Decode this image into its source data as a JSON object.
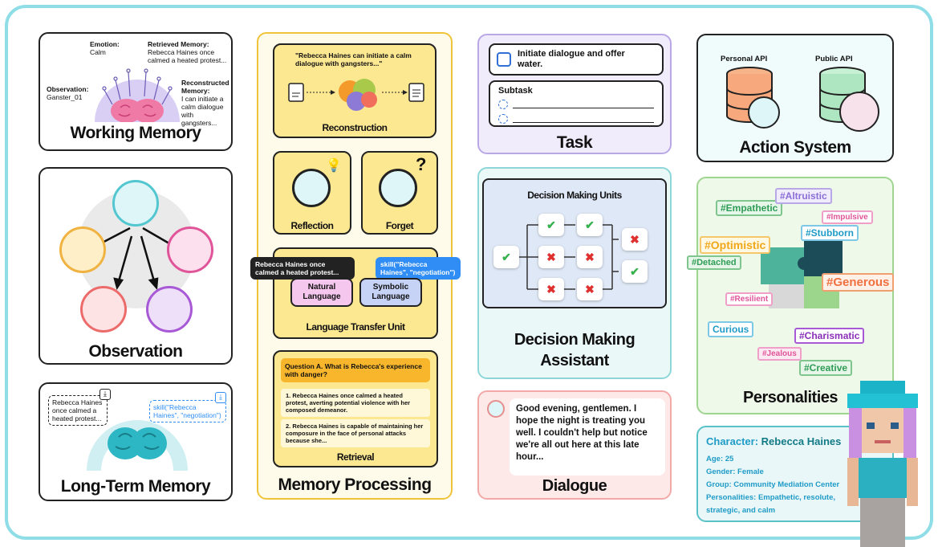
{
  "working_memory": {
    "title": "Working Memory",
    "emotion_label": "Emotion:",
    "emotion_value": "Calm",
    "retrieved_label": "Retrieved Memory:",
    "retrieved_value": "Rebecca Haines once calmed a heated protest...",
    "observation_label": "Observation:",
    "observation_value": "Ganster_01",
    "reconstructed_label": "Reconstructed Memory:",
    "reconstructed_value": "I can initiate a calm dialogue with gangsters..."
  },
  "observation": {
    "title": "Observation"
  },
  "long_term_memory": {
    "title": "Long-Term Memory",
    "bubble_left": "Rebecca Haines once calmed a heated protest...",
    "bubble_right": "skill(\"Rebecca Haines\", \"negotiation\")"
  },
  "memory_processing": {
    "title": "Memory Processing",
    "reconstruction_quote": "\"Rebecca Haines can initiate a calm dialogue with gangsters...\"",
    "reconstruction_label": "Reconstruction",
    "reflection_label": "Reflection",
    "forget_label": "Forget",
    "ltu_bubble_left": "Rebecca Haines once calmed a heated protest...",
    "ltu_bubble_right": "skill(\"Rebecca Haines\", \"negotiation\")",
    "natural_language": "Natural Language",
    "symbolic_language": "Symbolic Language",
    "ltu_label": "Language Transfer Unit",
    "question": "Question A. What is Rebecca's experience with danger?",
    "answer1": "1. Rebecca Haines once calmed a heated protest, averting potential violence with her composed demeanor.",
    "answer2": "2. Rebecca Haines is capable of maintaining her composure in the face of personal attacks because she...",
    "retrieval_label": "Retrieval"
  },
  "task": {
    "title": "Task",
    "main_task": "Initiate dialogue and offer water.",
    "subtask_label": "Subtask"
  },
  "decision": {
    "title_line1": "Decision Making",
    "title_line2": "Assistant",
    "units_label": "Decision Making Units"
  },
  "dialogue": {
    "title": "Dialogue",
    "text": "Good evening, gentlemen. I hope the night is treating you well. I couldn't help but notice we're all out here at this late hour..."
  },
  "action_system": {
    "title": "Action System",
    "personal_api": "Personal API",
    "public_api": "Public API"
  },
  "personalities": {
    "title": "Personalities",
    "tags": [
      "#Empathetic",
      "#Altruistic",
      "#Impulsive",
      "#Stubborn",
      "#Optimistic",
      "#Detached",
      "#Generous",
      "#Resilient",
      "Curious",
      "#Charismatic",
      "#Jealous",
      "#Creative"
    ]
  },
  "character": {
    "name_label": "Character:",
    "name": "Rebecca Haines",
    "age": "Age: 25",
    "gender": "Gender: Female",
    "group": "Group: Community Mediation Center",
    "personalities": "Personalities: Empathetic, resolute, strategic, and calm"
  },
  "icons": [
    "brain-icon",
    "document-icon",
    "puzzle-icon",
    "lightbulb-icon",
    "question-icon",
    "checkbox-icon",
    "database-icon",
    "download-icon",
    "check-icon",
    "cross-icon"
  ],
  "colors": {
    "frame": "#8fdde6",
    "memory": "#f0c43a",
    "task": "#b9a8e6",
    "decision": "#8fd6d8",
    "dialogue": "#f3a9a8",
    "personality": "#9fd68f",
    "character": "#59c2c8"
  }
}
